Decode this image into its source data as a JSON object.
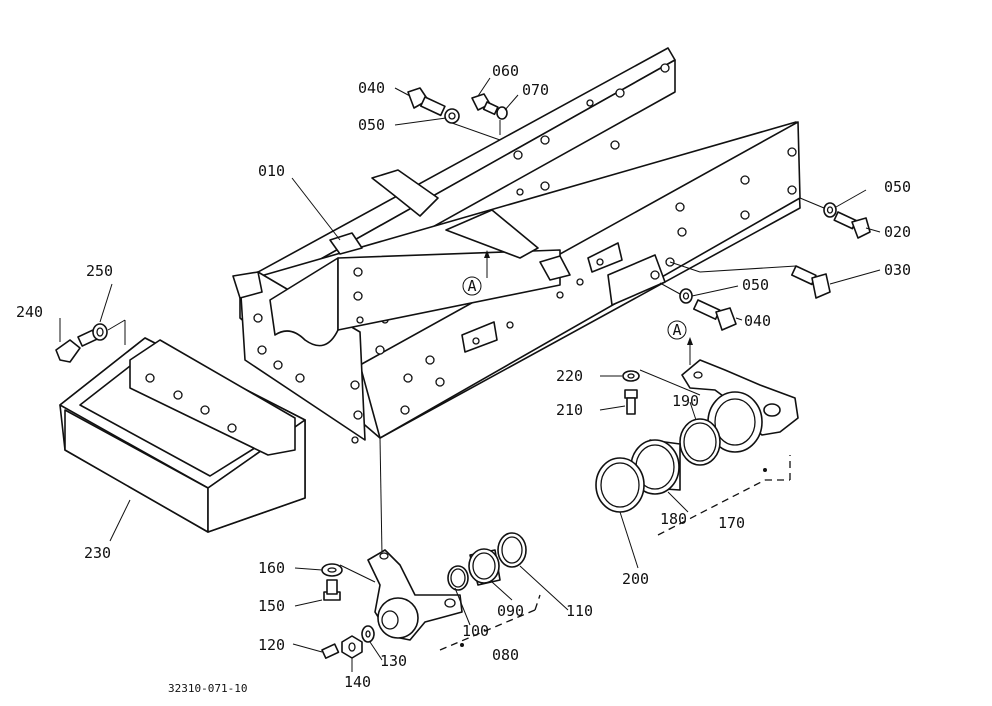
{
  "figure_id": "32310-071-10",
  "view_marker": "A",
  "callouts": {
    "p010": "010",
    "p020": "020",
    "p030": "030",
    "p040a": "040",
    "p040b": "040",
    "p050a": "050",
    "p050b": "050",
    "p050c": "050",
    "p060": "060",
    "p070": "070",
    "p080": "080",
    "p090": "090",
    "p100": "100",
    "p110": "110",
    "p120": "120",
    "p130": "130",
    "p140": "140",
    "p150": "150",
    "p160": "160",
    "p170": "170",
    "p180": "180",
    "p190": "190",
    "p200": "200",
    "p210": "210",
    "p220": "220",
    "p230": "230",
    "p240": "240",
    "p250": "250"
  }
}
